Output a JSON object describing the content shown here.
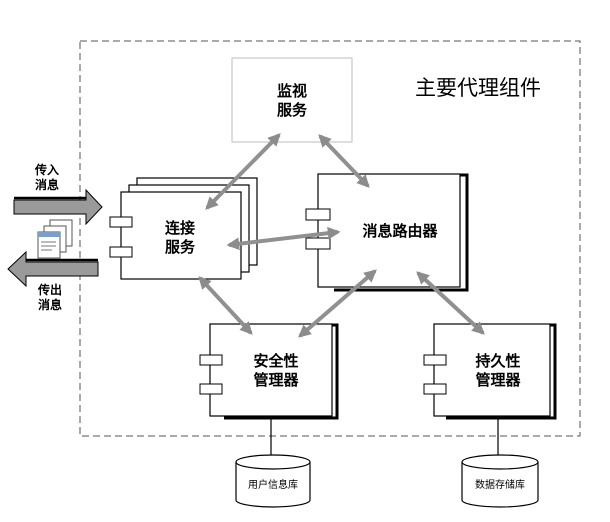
{
  "diagram": {
    "title": "主要代理组件",
    "incoming": [
      "传入",
      "消息"
    ],
    "outgoing": [
      "传出",
      "消息"
    ],
    "nodes": {
      "monitor": [
        "监视",
        "服务"
      ],
      "connection": [
        "连接",
        "服务"
      ],
      "router": "消息路由器",
      "security": [
        "安全性",
        "管理器"
      ],
      "persistence": [
        "持久性",
        "管理器"
      ]
    },
    "databases": {
      "user_info": "用户信息库",
      "data_store": "数据存储库"
    },
    "connections": [
      [
        "monitor",
        "connection"
      ],
      [
        "monitor",
        "router"
      ],
      [
        "connection",
        "router"
      ],
      [
        "connection",
        "security"
      ],
      [
        "router",
        "security"
      ],
      [
        "router",
        "persistence"
      ],
      [
        "security",
        "user_info"
      ],
      [
        "persistence",
        "data_store"
      ]
    ]
  },
  "colors": {
    "line": "#000000",
    "arrow": "#909090",
    "side_arrow": "#9a9a9a",
    "monitor_border": "#c8c8c8"
  }
}
